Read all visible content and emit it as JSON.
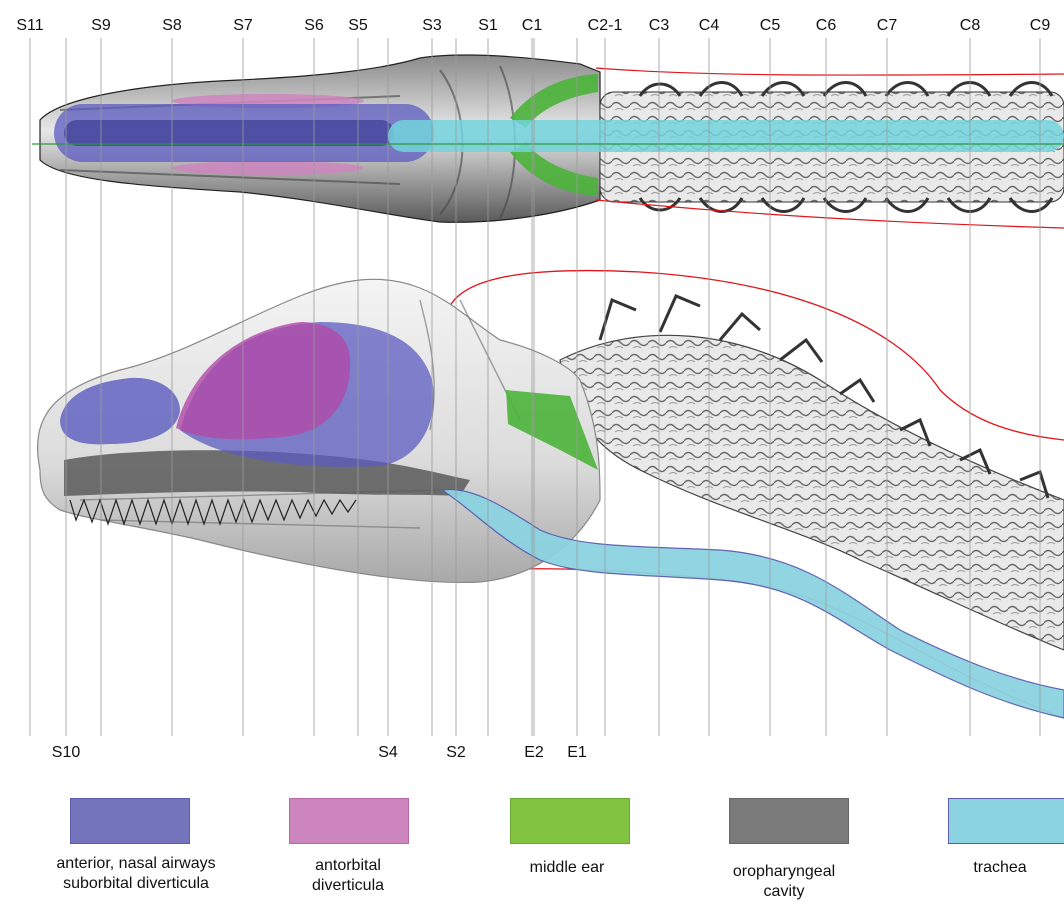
{
  "sections_top": [
    {
      "id": "s11",
      "label": "S11"
    },
    {
      "id": "s9",
      "label": "S9"
    },
    {
      "id": "s8",
      "label": "S8"
    },
    {
      "id": "s7",
      "label": "S7"
    },
    {
      "id": "s6",
      "label": "S6"
    },
    {
      "id": "s5",
      "label": "S5"
    },
    {
      "id": "s3",
      "label": "S3"
    },
    {
      "id": "s1",
      "label": "S1"
    },
    {
      "id": "c1",
      "label": "C1"
    },
    {
      "id": "c2-1",
      "label": "C2-1"
    },
    {
      "id": "c3",
      "label": "C3"
    },
    {
      "id": "c4",
      "label": "C4"
    },
    {
      "id": "c5",
      "label": "C5"
    },
    {
      "id": "c6",
      "label": "C6"
    },
    {
      "id": "c7",
      "label": "C7"
    },
    {
      "id": "c8",
      "label": "C8"
    },
    {
      "id": "c9",
      "label": "C9"
    }
  ],
  "sections_bottom": [
    {
      "id": "s10",
      "label": "S10"
    },
    {
      "id": "s4",
      "label": "S4"
    },
    {
      "id": "s2",
      "label": "S2"
    },
    {
      "id": "e2",
      "label": "E2"
    },
    {
      "id": "e1",
      "label": "E1"
    }
  ],
  "legend": [
    {
      "id": "nasal",
      "color": "#7474bd",
      "border": "#5b5bb0",
      "lines": [
        "anterior, nasal airways",
        "suborbital diverticula"
      ]
    },
    {
      "id": "antorbital",
      "color": "#cc85bd",
      "border": "#b86aa8",
      "lines": [
        "antorbital",
        "diverticula"
      ]
    },
    {
      "id": "middle-ear",
      "color": "#82c341",
      "border": "#6aaa30",
      "lines": [
        "middle ear"
      ]
    },
    {
      "id": "oropharyngeal",
      "color": "#7a7a7a",
      "border": "#666666",
      "lines": [
        "oropharyngeal",
        "cavity"
      ]
    },
    {
      "id": "trachea",
      "color": "#8cd3e1",
      "border": "#5b5bb0",
      "lines": [
        "trachea"
      ]
    }
  ],
  "colors": {
    "outline_red": "#e0161b",
    "section_line": "#9a9a9a",
    "midline_green": "#2a9a3a",
    "bone_dark": "#3a3a3a",
    "bone_light": "#eeeeee"
  }
}
